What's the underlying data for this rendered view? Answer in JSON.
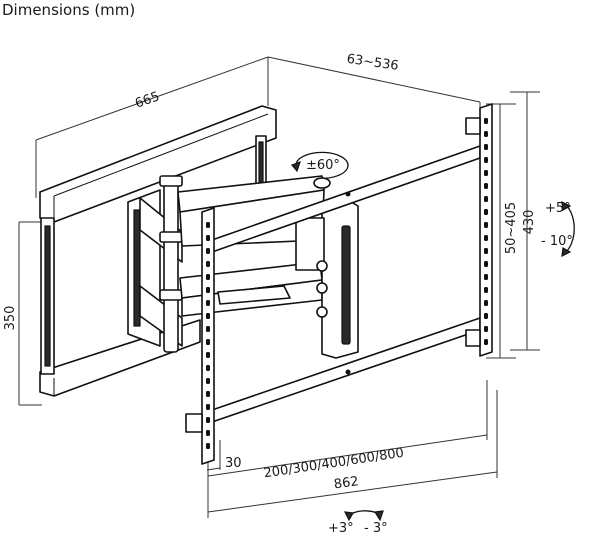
{
  "title": "Dimensions (mm)",
  "dimensions": {
    "wall_plate_width": "665",
    "wall_plate_height": "350",
    "extension": "63~536",
    "swivel": "±60°",
    "tilt_up": "+5°",
    "tilt_down": "- 10°",
    "vesa_vertical": "50~405",
    "overall_height": "430",
    "vesa_horizontal": "200/300/400/600/800",
    "overall_width": "862",
    "offset": "30",
    "rotate_plus": "+3°",
    "rotate_minus": "- 3°"
  }
}
